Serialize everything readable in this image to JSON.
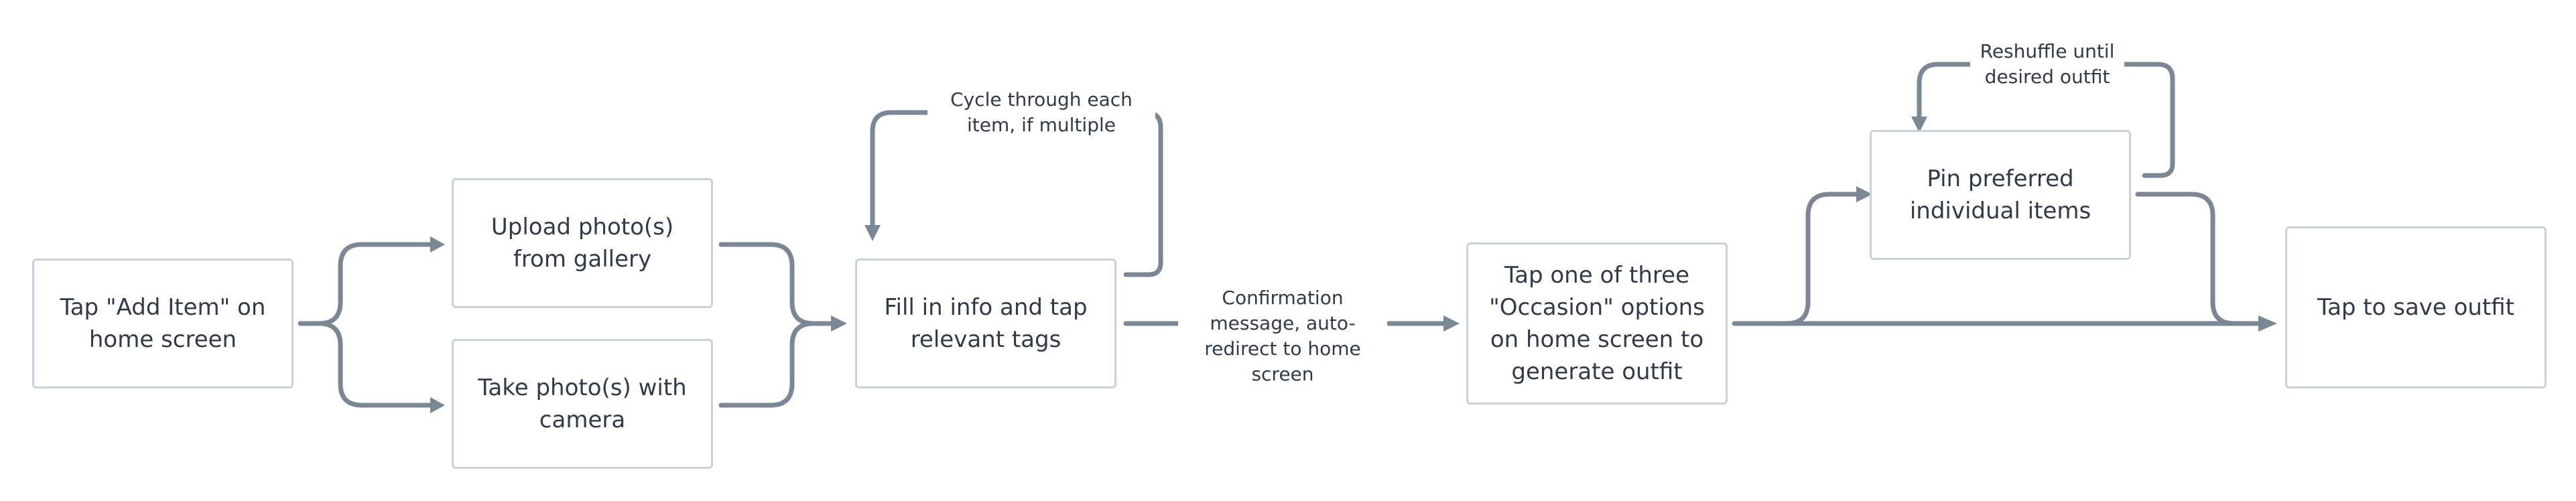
{
  "colors": {
    "connector": "#7b8794",
    "node_border": "#c9d1db",
    "text": "#2f3b4a",
    "background": "#ffffff"
  },
  "nodes": {
    "tap_add_item": "Tap \"Add Item\" on home screen",
    "upload_photos": "Upload photo(s) from gallery",
    "take_photos": "Take photo(s) with camera",
    "fill_info": "Fill in info and tap relevant tags",
    "tap_occasion": "Tap one of three \"Occasion\" options on home screen to generate outfit",
    "pin_items": "Pin preferred individual items",
    "save_outfit": "Tap to save outfit"
  },
  "edge_labels": {
    "cycle": "Cycle through each item, if multiple",
    "confirmation": "Confirmation message, auto-redirect to home screen",
    "reshuffle": "Reshuffle until desired outfit"
  }
}
